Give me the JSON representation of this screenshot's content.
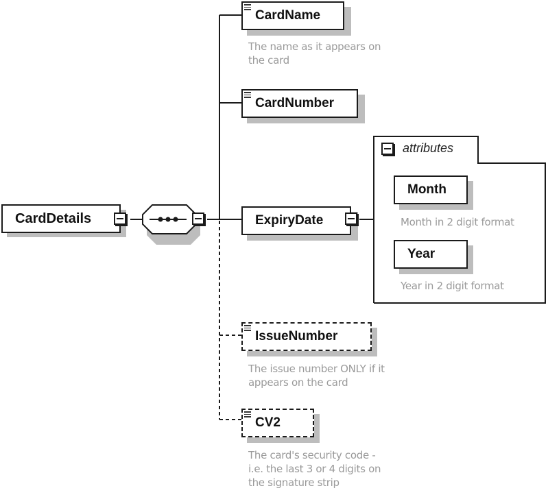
{
  "diagram": {
    "root": {
      "name": "CardDetails",
      "expand_state": "expanded"
    },
    "compositor": {
      "type": "sequence",
      "icon": "sequence-dots-icon",
      "expand_state": "expanded"
    },
    "children": [
      {
        "name": "CardName",
        "optional": false,
        "description_lines": [
          "The name as it appears on",
          "the card"
        ]
      },
      {
        "name": "CardNumber",
        "optional": false,
        "description_lines": []
      },
      {
        "name": "ExpiryDate",
        "optional": false,
        "description_lines": [],
        "expand_state": "expanded"
      },
      {
        "name": "IssueNumber",
        "optional": true,
        "description_lines": [
          "The issue number ONLY if it",
          "appears on the card"
        ]
      },
      {
        "name": "CV2",
        "optional": true,
        "description_lines": [
          "The card's security code -",
          "i.e. the last 3 or 4 digits on",
          "the signature strip"
        ]
      }
    ],
    "attributes_group": {
      "label": "attributes",
      "expand_state": "expanded",
      "items": [
        {
          "name": "Month",
          "description": "Month in 2 digit format"
        },
        {
          "name": "Year",
          "description": "Year in 2 digit format"
        }
      ]
    }
  }
}
